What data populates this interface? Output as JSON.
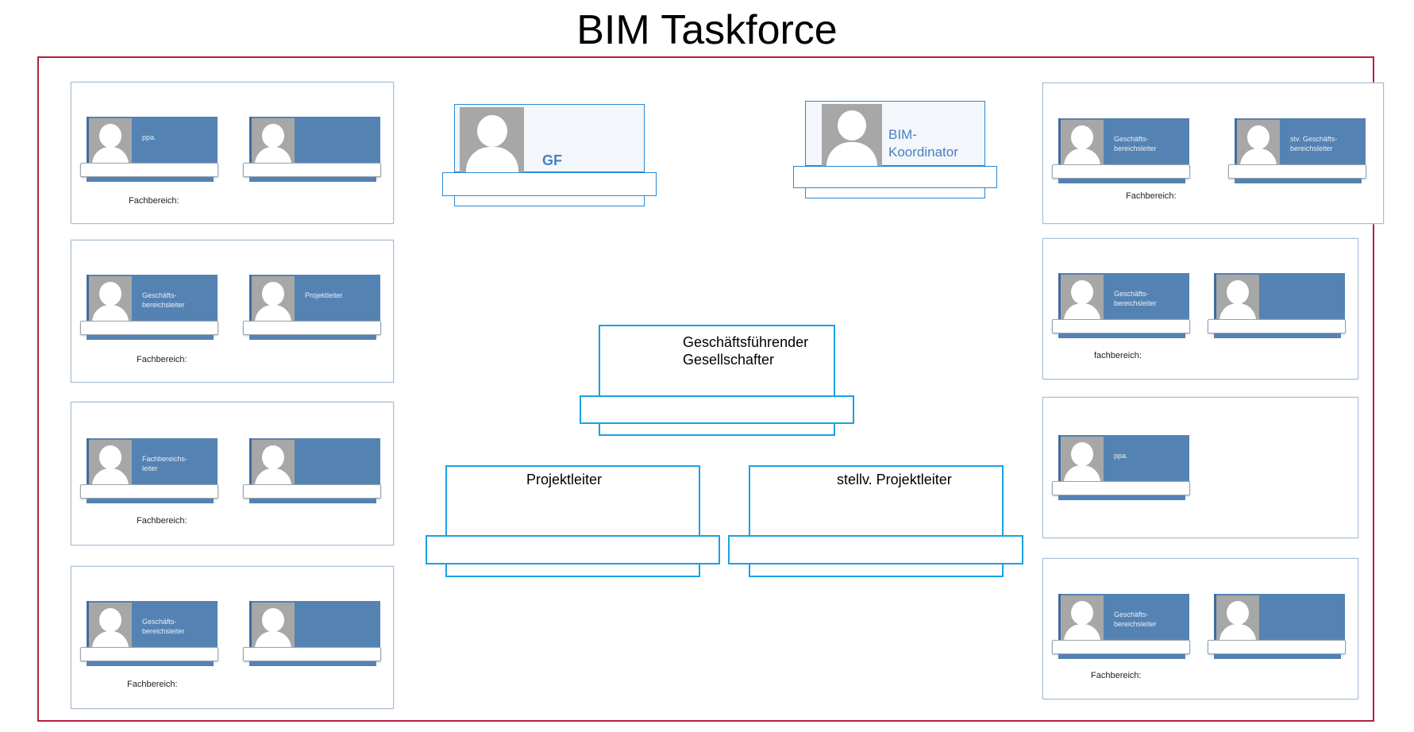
{
  "title": "BIM Taskforce",
  "fach_label": "Fachbereich:",
  "fach_label_lower": "fachbereich:",
  "left_panels": [
    {
      "cards": [
        {
          "role": "ppa."
        },
        {
          "role": ""
        }
      ]
    },
    {
      "cards": [
        {
          "role": "Geschäfts-\nbereichsleiter"
        },
        {
          "role": "Projektleiter"
        }
      ]
    },
    {
      "cards": [
        {
          "role": "Fachbereichs-\nleiter"
        },
        {
          "role": ""
        }
      ]
    },
    {
      "cards": [
        {
          "role": "Geschäfts-\nbereichsleiter"
        },
        {
          "role": ""
        }
      ]
    }
  ],
  "right_panels": [
    {
      "cards": [
        {
          "role": "Geschäfts-\nbereichsleiter"
        },
        {
          "role": "stv. Geschäfts-\nbereichsleiter"
        }
      ]
    },
    {
      "cards": [
        {
          "role": "Geschäfts-\nbereichsleiter"
        },
        {
          "role": ""
        }
      ]
    },
    {
      "cards": [
        {
          "role": "ppa."
        }
      ]
    },
    {
      "cards": [
        {
          "role": "Geschäfts-\nbereichsleiter"
        },
        {
          "role": ""
        }
      ]
    }
  ],
  "gf_card": {
    "label": "GF"
  },
  "bim_card": {
    "label": "BIM-\nKoordinator"
  },
  "boxes": {
    "gesellschafter": "Geschäftsführender\nGesellschafter",
    "projektleiter": "Projektleiter",
    "stellv": "stellv. Projektleiter"
  }
}
